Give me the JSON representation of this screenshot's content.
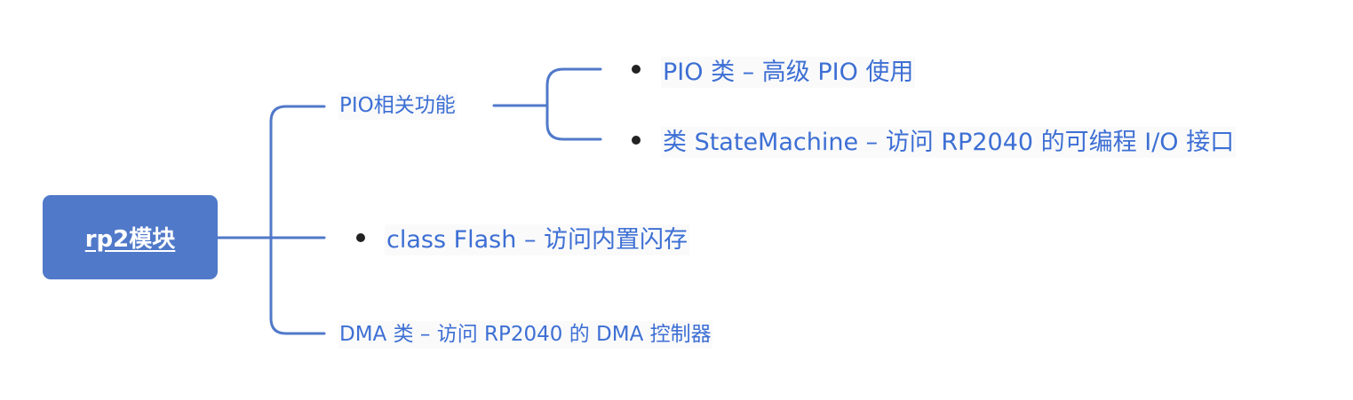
{
  "root": {
    "label": "rp2模块"
  },
  "branches": [
    {
      "label": "PIO相关功能",
      "children": [
        {
          "label": "PIO 类 – 高级 PIO 使用"
        },
        {
          "label": "类 StateMachine – 访问 RP2040 的可编程 I/O 接口"
        }
      ]
    },
    {
      "label": "class Flash – 访问内置闪存"
    },
    {
      "label": "DMA 类 – 访问 RP2040 的 DMA 控制器"
    }
  ],
  "colors": {
    "root_fill": "#5079c9",
    "line": "#5079c9",
    "text": "#3d6fd4",
    "bullet": "#222222"
  }
}
